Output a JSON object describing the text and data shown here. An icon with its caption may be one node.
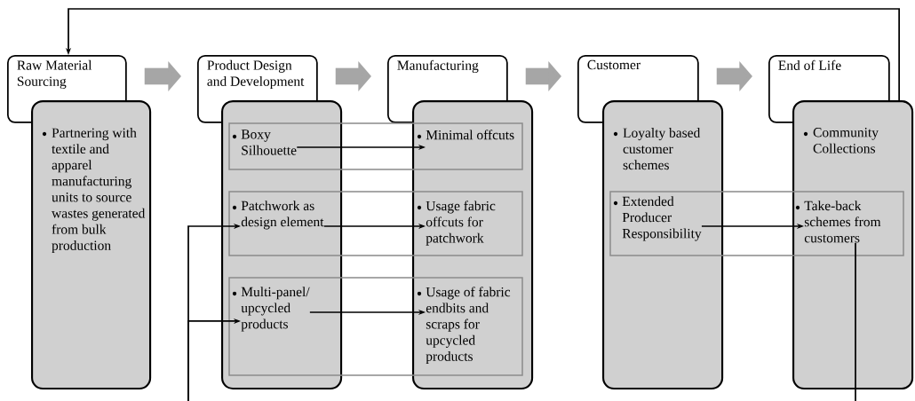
{
  "diagram": {
    "nodes": [
      {
        "text": [
          "Raw Material Sourcing"
        ]
      },
      {
        "text": [
          "Partnering with textile and apparel manufacturing units to source wastes generated from bulk production"
        ]
      },
      {
        "text": [
          "Product Design and Development"
        ]
      },
      {
        "text": [],
        "shape": "box"
      },
      {
        "text": [
          "Manufacturing"
        ]
      },
      {
        "text": [],
        "shape": "box"
      },
      {
        "text": [
          "Customer"
        ]
      },
      {
        "text": [
          "Loyalty based customer schemes"
        ]
      },
      {
        "text": [
          "End of Life"
        ]
      },
      {
        "text": [
          "Community Collections"
        ]
      },
      {
        "text": [
          "Boxy Silhouette"
        ],
        "in": 3
      },
      {
        "text": [
          "Minimal offcuts"
        ],
        "in": 5
      },
      {
        "text": [
          "Patchwork as design element"
        ],
        "in": 3
      },
      {
        "text": [
          "Usage fabric offcuts for patchwork"
        ],
        "in": 5
      },
      {
        "text": [
          "Multi-panel/ upcycled products"
        ],
        "in": 3
      },
      {
        "text": [
          "Usage of fabric endbits and scraps for upcycled products"
        ],
        "in": 5
      },
      {
        "text": [
          "Extended Producer Responsibility"
        ],
        "in": 7
      },
      {
        "text": [
          "Take-back schemes from customers"
        ],
        "in": 9
      }
    ],
    "edges": [
      {
        "from": 0,
        "to": 2,
        "arrow": "to",
        "style": "thick",
        "color": "#a6a6a6"
      },
      {
        "from": 2,
        "to": 4,
        "arrow": "to",
        "style": "thick",
        "color": "#a6a6a6"
      },
      {
        "from": 4,
        "to": 6,
        "arrow": "to",
        "style": "thick",
        "color": "#a6a6a6"
      },
      {
        "from": 6,
        "to": 8,
        "arrow": "to",
        "style": "thick",
        "color": "#a6a6a6"
      },
      {
        "from": 9,
        "to": 0,
        "arrow": "to"
      },
      {
        "from": 10,
        "to": 11,
        "arrow": "to"
      },
      {
        "from": 12,
        "to": 13,
        "arrow": "to"
      },
      {
        "from": 14,
        "to": 15,
        "arrow": "to"
      },
      {
        "from": 16,
        "to": 17,
        "arrow": "to"
      },
      {
        "from": null,
        "to": 12,
        "arrow": "to"
      },
      {
        "from": null,
        "to": 14,
        "arrow": "to"
      },
      {
        "from": 17,
        "to": null,
        "arrow": "none"
      }
    ]
  }
}
